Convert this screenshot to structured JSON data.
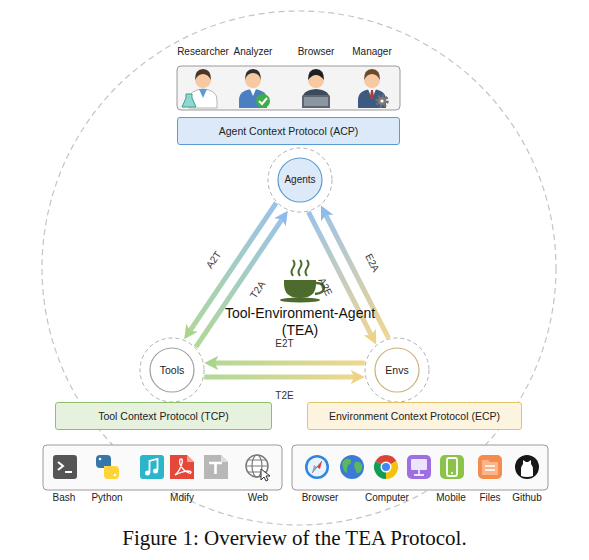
{
  "diagram": {
    "caption": "Figure 1: Overview of the TEA Protocol.",
    "nodes": [
      {
        "text": [
          "Agent Context Protocol (ACP)"
        ]
      },
      {
        "text": [
          "Agents"
        ]
      },
      {
        "text": [
          "Tools"
        ]
      },
      {
        "text": [
          "Envs"
        ]
      },
      {
        "text": [
          "Tool Context Protocol (TCP)"
        ]
      },
      {
        "text": [
          "Environment Context Protocol (ECP)"
        ]
      }
    ],
    "edges": [
      {
        "from": 1,
        "to": 2,
        "label": "A2T",
        "arrow": "to"
      },
      {
        "from": 2,
        "to": 1,
        "label": "T2A",
        "arrow": "to"
      },
      {
        "from": 1,
        "to": 3,
        "label": "A2E",
        "arrow": "to"
      },
      {
        "from": 3,
        "to": 1,
        "label": "E2A",
        "arrow": "to"
      },
      {
        "from": 3,
        "to": 2,
        "label": "E2T",
        "arrow": "to"
      },
      {
        "from": 2,
        "to": 3,
        "label": "T2E",
        "arrow": "to"
      }
    ],
    "labels": [
      "Researcher",
      "Analyzer",
      "Browser",
      "Manager",
      "Tool-Environment-Agent (TEA)",
      "Bash",
      "Python",
      "Mdify",
      "Web",
      "Browser",
      "Computer",
      "Mobile",
      "Files",
      "Github"
    ]
  }
}
